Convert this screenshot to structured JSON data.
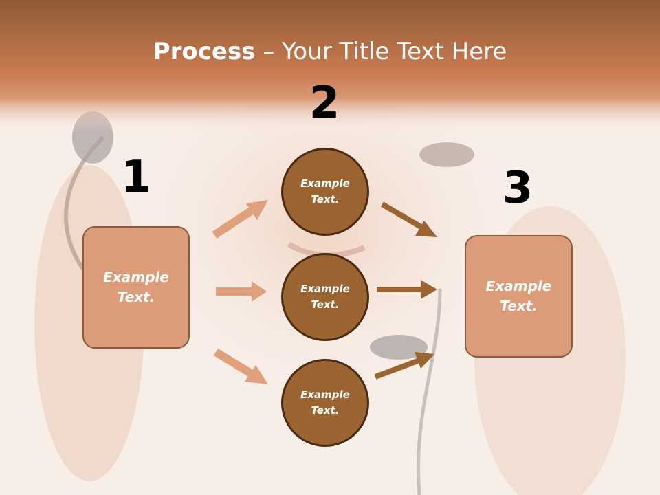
{
  "slide": {
    "title_bold": "Process",
    "title_rest": " – Your Title Text Here"
  },
  "steps": {
    "one": {
      "number": "1",
      "text": "Example Text."
    },
    "two": {
      "number": "2",
      "items": [
        "Example Text.",
        "Example Text.",
        "Example Text."
      ]
    },
    "three": {
      "number": "3",
      "text": "Example Text."
    }
  },
  "colors": {
    "header": "#c8764b",
    "box_fill": "#dc9b79",
    "circle_fill": "#9b6431",
    "arrow_light": "#e0a07c",
    "arrow_dark": "#9b6431"
  }
}
